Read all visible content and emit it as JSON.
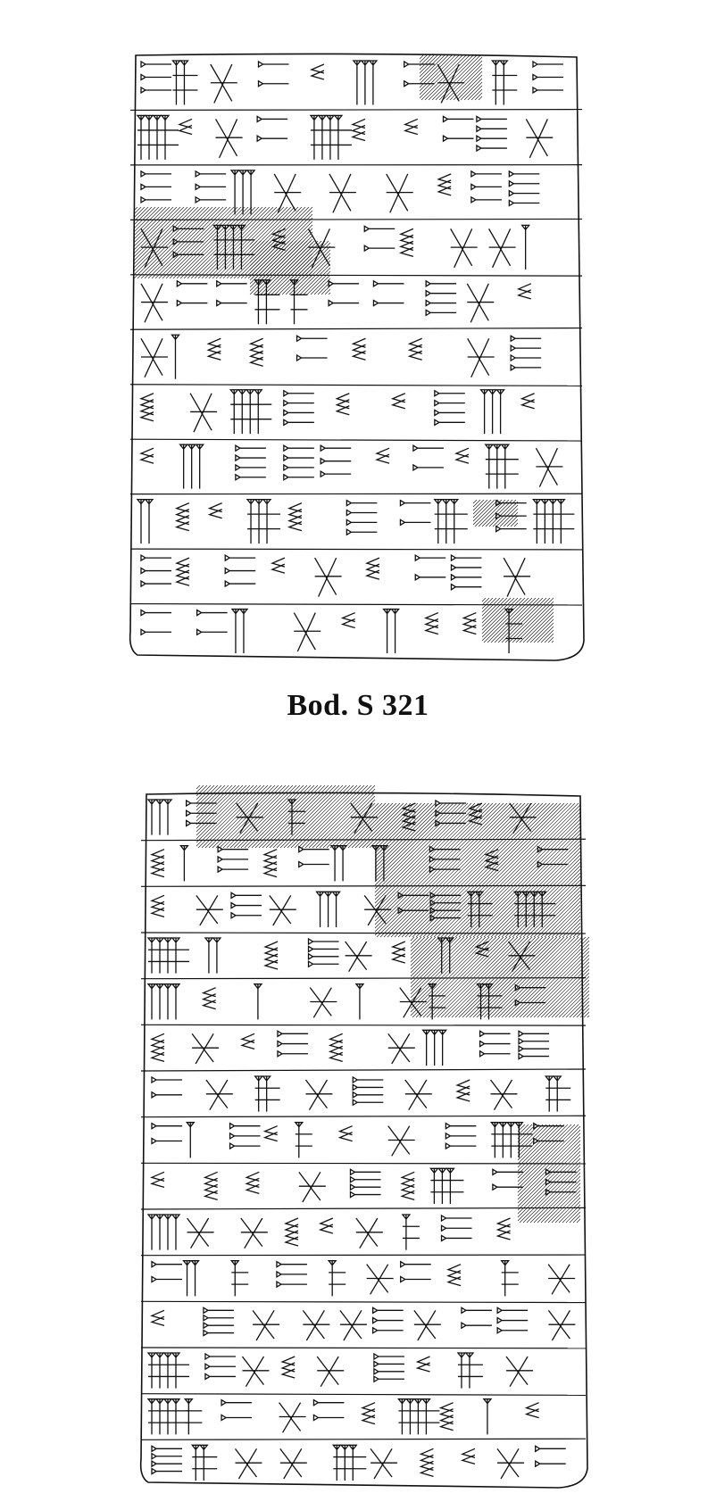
{
  "caption": "Bod. S 321",
  "ink_color": "#111111",
  "tablets": [
    {
      "side": "obverse",
      "rows": 11
    },
    {
      "side": "reverse",
      "rows": 15
    }
  ]
}
